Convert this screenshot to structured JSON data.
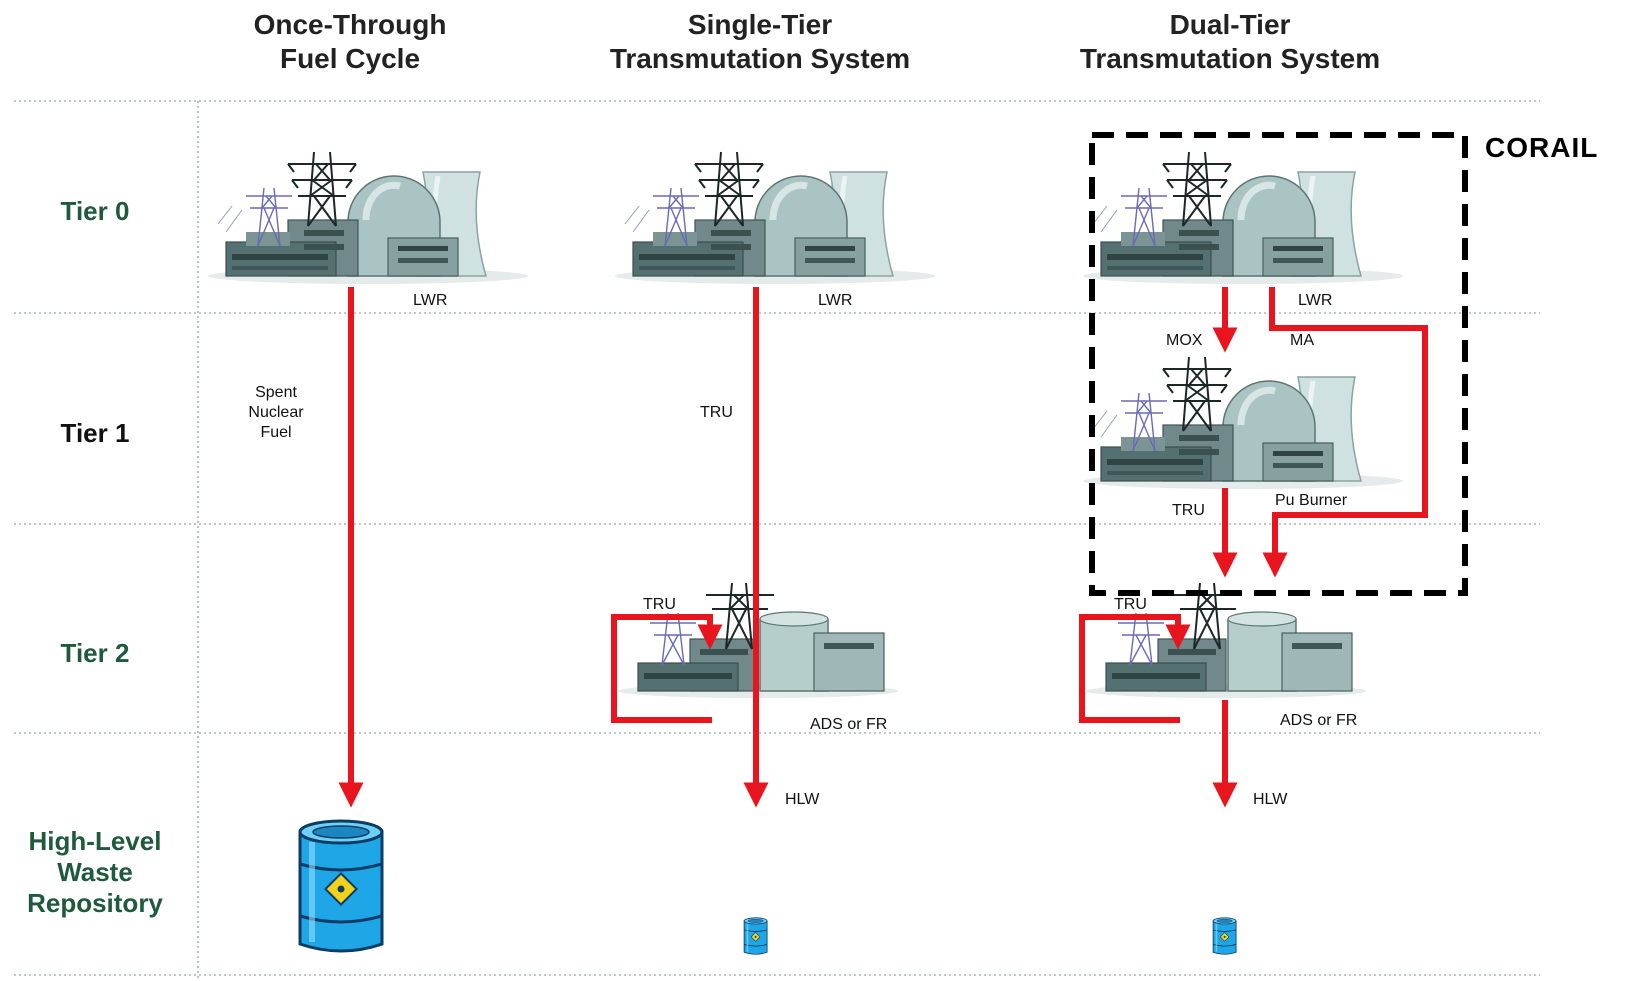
{
  "columns": [
    {
      "title_line1": "Once-Through",
      "title_line2": "Fuel Cycle"
    },
    {
      "title_line1": "Single-Tier",
      "title_line2": "Transmutation System"
    },
    {
      "title_line1": "Dual-Tier",
      "title_line2": "Transmutation System"
    }
  ],
  "tiers": {
    "tier0": "Tier 0",
    "tier1": "Tier 1",
    "tier2": "Tier 2",
    "repository_line1": "High-Level",
    "repository_line2": "Waste",
    "repository_line3": "Repository"
  },
  "labels": {
    "lwr": "LWR",
    "spent_line1": "Spent",
    "spent_line2": "Nuclear",
    "spent_line3": "Fuel",
    "tru": "TRU",
    "mox": "MOX",
    "ma": "MA",
    "pu_burner": "Pu Burner",
    "ads_or_fr": "ADS or FR",
    "hlw": "HLW",
    "corail": "CORAIL"
  },
  "colors": {
    "flow": "#e8141e",
    "tier_label": "#1f5a3c",
    "barrel": "#1ea6e6",
    "plant": "#5e7a78"
  }
}
